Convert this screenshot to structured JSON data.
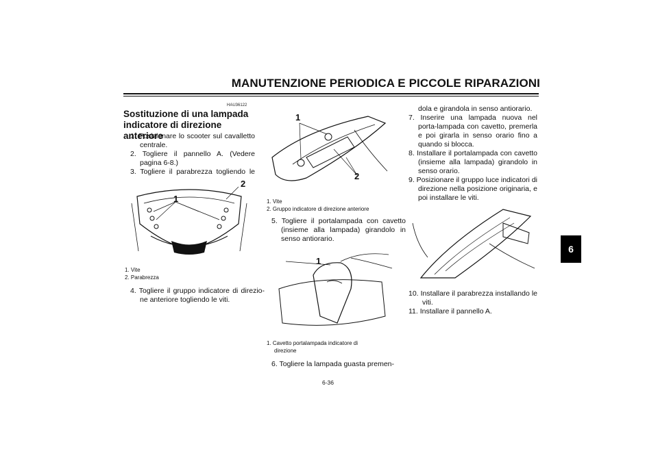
{
  "header": {
    "title": "MANUTENZIONE PERIODICA E PICCOLE RIPARAZIONI",
    "chapter_tab": "6"
  },
  "section": {
    "code": "HAU36122",
    "title": "Sostituzione di una lampada indicatore di direzione anteriore"
  },
  "steps_col1": [
    "1. Posizionare lo scooter sul cavalletto centrale.",
    "2. Togliere il pannello A. (Vedere pagina 6-8.)",
    "3. Togliere il parabrezza togliendo le viti."
  ],
  "figure1": {
    "callout_1": "1",
    "callout_2": "2",
    "caption_1": "1. Vite",
    "caption_2": "2. Parabrezza"
  },
  "step4": "4. Togliere il gruppo indicatore di direzio-ne anteriore togliendo le viti.",
  "figure2": {
    "callout_1": "1",
    "callout_2": "2",
    "caption_1": "1. Vite",
    "caption_2": "2. Gruppo indicatore di direzione anteriore"
  },
  "step5": "5. Togliere il portalampada con cavetto (insieme alla lampada) girandolo in senso antiorario.",
  "figure3": {
    "callout_1": "1",
    "caption_1": "1. Cavetto portalampada indicatore di",
    "caption_1b": "direzione"
  },
  "step6": "6. Togliere la lampada guasta premen-",
  "col3_cont": "dola e girandola in senso antiorario.",
  "steps_col3": [
    "7. Inserire una lampada nuova nel porta-lampada con cavetto, premerla e poi girarla in senso orario fino a quando si blocca.",
    "8. Installare il portalampada con cavetto (insieme alla lampada) girandolo in senso orario.",
    "9. Posizionare il gruppo luce indicatori di direzione nella posizione originaria, e poi installare le viti."
  ],
  "steps_col3_b": [
    "10. Installare il parabrezza installando le viti.",
    "11. Installare il pannello A."
  ],
  "page_number": "6-36"
}
